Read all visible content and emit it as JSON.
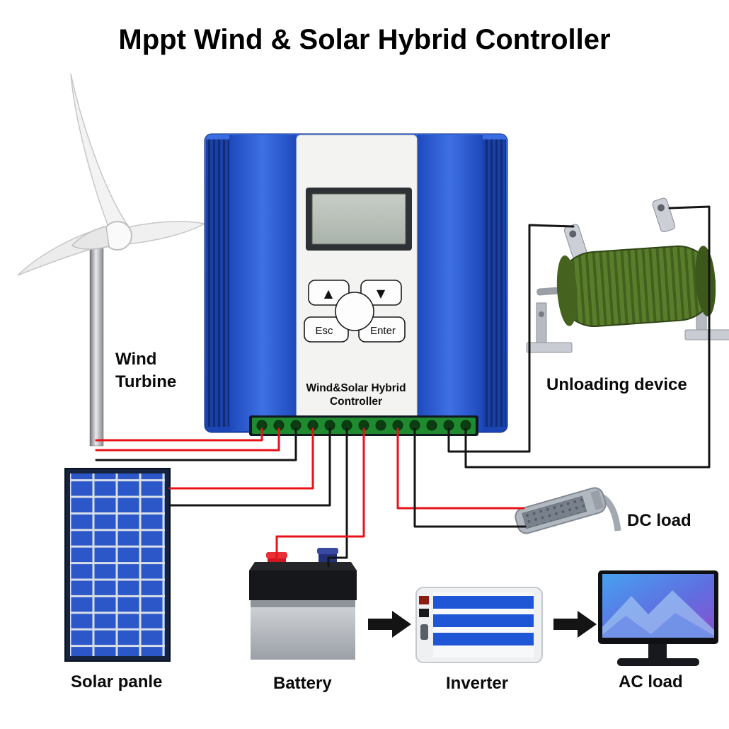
{
  "title": "Mppt Wind & Solar Hybrid Controller",
  "controller": {
    "button_up": "▲",
    "button_down": "▼",
    "esc": "Esc",
    "enter": "Enter",
    "brand_line1": "Wind&Solar Hybrid",
    "brand_line2": "Controller"
  },
  "labels": {
    "wind_turbine_line1": "Wind",
    "wind_turbine_line2": "Turbine",
    "unloading_device": "Unloading device",
    "dc_load": "DC load",
    "solar_panel": "Solar panle",
    "battery": "Battery",
    "inverter": "Inverter",
    "ac_load": "AC load"
  },
  "colors": {
    "controller_blue": "#2a5bd7",
    "controller_blue_dark": "#16338f",
    "panel_white": "#f3f3f1",
    "wire_red": "#e8131a",
    "wire_black": "#141414",
    "terminal_green": "#1f8a2f",
    "resistor_green": "#5a7d2c",
    "resistor_green_dark": "#41601e",
    "solar_cell_blue": "#2b57c8"
  }
}
